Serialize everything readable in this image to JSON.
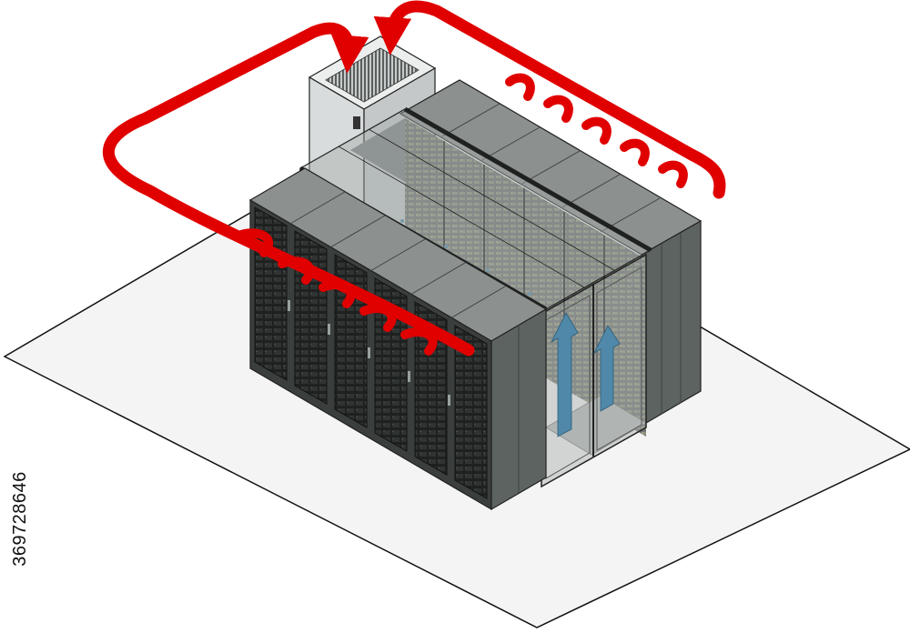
{
  "watermark_id": "369728646",
  "colors": {
    "background": "#ffffff",
    "floor": "#f4f4f4",
    "floor_outline": "#111111",
    "cabinet_top": "#8c9190",
    "cabinet_side": "#5c6361",
    "cabinet_front": "#2a2d2c",
    "glass": "#9fa4a3",
    "hot_air": "#e00000",
    "cold_air": "#4f88a8",
    "cooling_unit": "#d9dcdc"
  },
  "icons": {
    "hot_air_flow": "curved-arrow",
    "cold_air_flow": "up-arrow",
    "cooling_unit": "crac-unit"
  }
}
